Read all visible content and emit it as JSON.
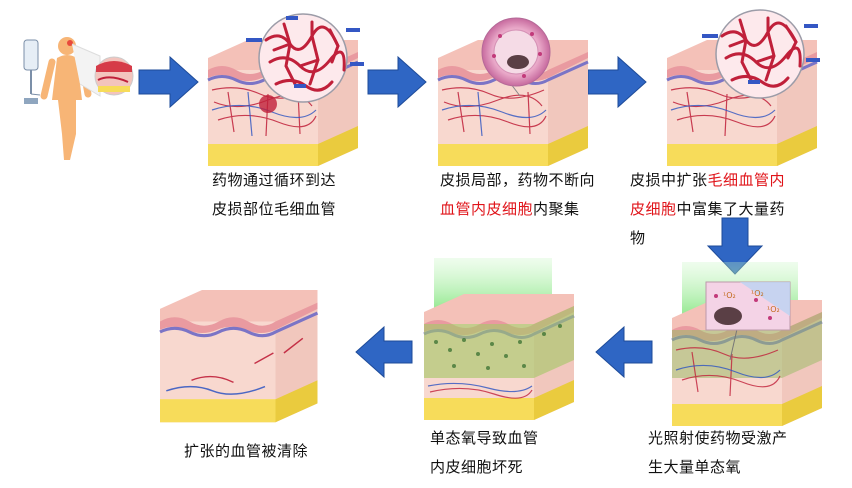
{
  "steps": [
    {
      "id": "s1",
      "parts": [
        {
          "t": "药物通过循环到达",
          "c": "k"
        },
        {
          "t": "\n",
          "c": "k"
        },
        {
          "t": "皮损部位毛细血管",
          "c": "k"
        }
      ]
    },
    {
      "id": "s2",
      "parts": [
        {
          "t": "皮损局部，药物不断向",
          "c": "k"
        },
        {
          "t": "\n",
          "c": "k"
        },
        {
          "t": "血管内皮细胞",
          "c": "r"
        },
        {
          "t": "内聚集",
          "c": "k"
        }
      ]
    },
    {
      "id": "s3",
      "parts": [
        {
          "t": "皮损中扩张",
          "c": "k"
        },
        {
          "t": "毛细血管内",
          "c": "r"
        },
        {
          "t": "\n",
          "c": "k"
        },
        {
          "t": "皮细胞",
          "c": "r"
        },
        {
          "t": "中富集了大量药",
          "c": "k"
        },
        {
          "t": "\n",
          "c": "k"
        },
        {
          "t": "物",
          "c": "k"
        }
      ]
    },
    {
      "id": "s4",
      "parts": [
        {
          "t": "光照射使药物受激产",
          "c": "k"
        },
        {
          "t": "\n",
          "c": "k"
        },
        {
          "t": "生大量单态氧",
          "c": "k"
        }
      ]
    },
    {
      "id": "s5",
      "parts": [
        {
          "t": "单态氧导致血管",
          "c": "k"
        },
        {
          "t": "\n",
          "c": "k"
        },
        {
          "t": "内皮细胞坏死",
          "c": "k"
        }
      ]
    },
    {
      "id": "s6",
      "parts": [
        {
          "t": "扩张的血管被清除",
          "c": "k"
        }
      ]
    }
  ],
  "o2_label": "¹O₂",
  "colors": {
    "arrow": "#2f66c4",
    "skin_top": "#f3b3ad",
    "dermis": "#f8d9cf",
    "fat": "#f7dc5a",
    "vessel": "#c0203a",
    "text_red": "#e0141a",
    "light": "#9ef09a"
  }
}
